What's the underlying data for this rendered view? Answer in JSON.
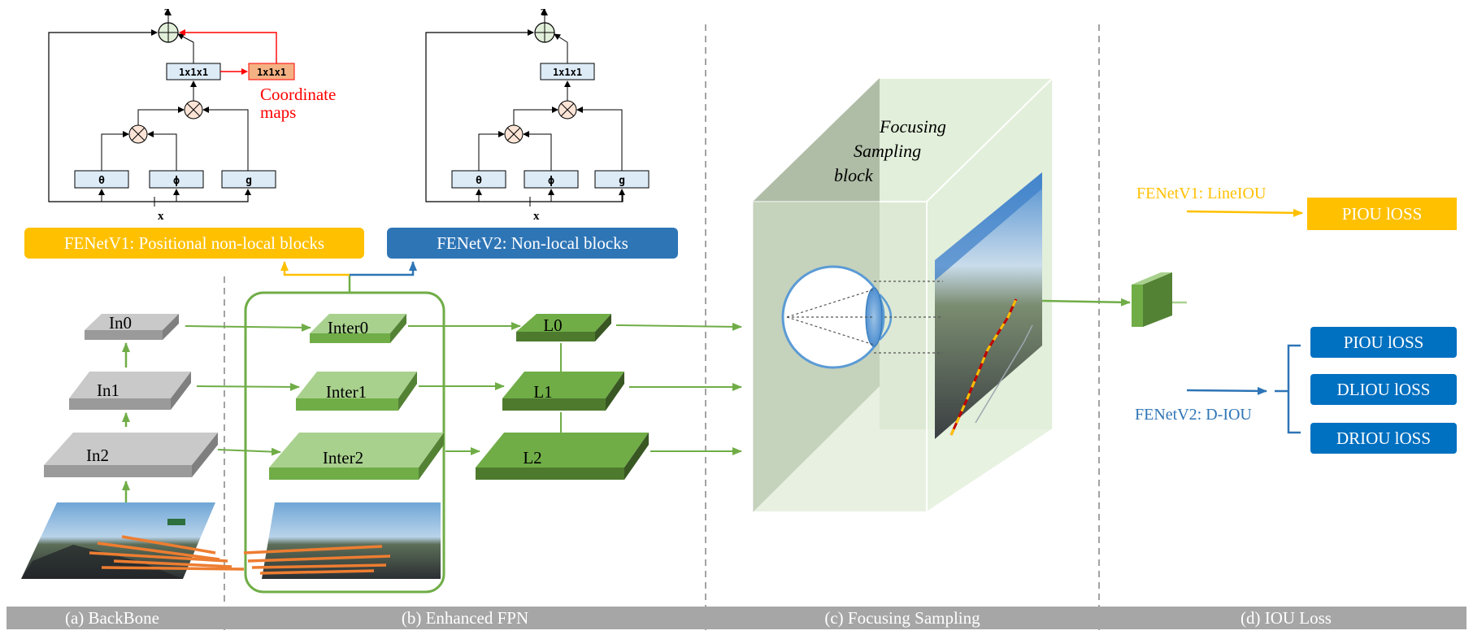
{
  "nonlocal_v1": {
    "z": "z",
    "x": "x",
    "conv_out": "1x1x1",
    "coord_conv": "1x1x1",
    "coord_label_1": "Coordinate",
    "coord_label_2": "maps",
    "theta": "θ",
    "phi": "ϕ",
    "g": "g"
  },
  "nonlocal_v2": {
    "z": "z",
    "x": "x",
    "conv_out": "1x1x1",
    "theta": "θ",
    "phi": "ϕ",
    "g": "g"
  },
  "banners": {
    "v1": "FENetV1: Positional non-local blocks",
    "v2": "FENetV2: Non-local blocks"
  },
  "backbone": {
    "in0": "In0",
    "in1": "In1",
    "in2": "In2"
  },
  "fpn": {
    "inter0": "Inter0",
    "inter1": "Inter1",
    "inter2": "Inter2",
    "l0": "L0",
    "l1": "L1",
    "l2": "L2"
  },
  "focusing": {
    "line1": "Focusing",
    "line2": "Sampling",
    "line3": "block"
  },
  "loss": {
    "v1_label": "FENetV1: LineIOU",
    "v2_label": "FENetV2: D-IOU",
    "piou_v1": "PIOU lOSS",
    "piou_v2": "PIOU lOSS",
    "dliou": "DLIOU lOSS",
    "driou": "DRIOU lOSS"
  },
  "sections": {
    "a": "(a) BackBone",
    "b": "(b) Enhanced FPN",
    "c": "(c) Focusing Sampling",
    "d": "(d) IOU Loss"
  },
  "colors": {
    "v1_yellow": "#FFC000",
    "v2_blue": "#2E75B6",
    "green": "#70AD47",
    "dark_green": "#4E7A2E",
    "gray_bar": "#A6A6A6",
    "red": "#FF0000"
  }
}
